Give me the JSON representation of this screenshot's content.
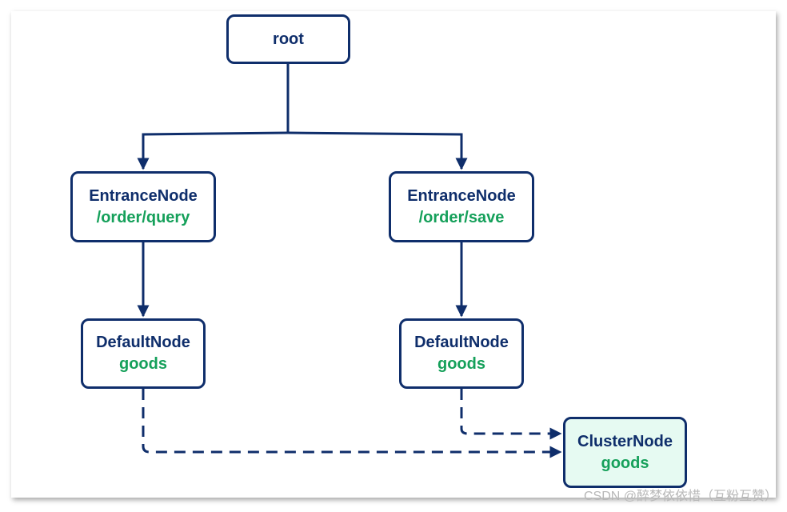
{
  "diagram": {
    "root": {
      "title": "root"
    },
    "entrance_query": {
      "title": "EntranceNode",
      "resource": "/order/query"
    },
    "entrance_save": {
      "title": "EntranceNode",
      "resource": "/order/save"
    },
    "default_query": {
      "title": "DefaultNode",
      "resource": "goods"
    },
    "default_save": {
      "title": "DefaultNode",
      "resource": "goods"
    },
    "cluster": {
      "title": "ClusterNode",
      "resource": "goods"
    }
  },
  "watermark": "CSDN @醉梦依依惜（互粉互赞）",
  "colors": {
    "stroke": "#0f2e6b",
    "resource_text": "#15a05a",
    "cluster_fill": "#e6faf2"
  }
}
